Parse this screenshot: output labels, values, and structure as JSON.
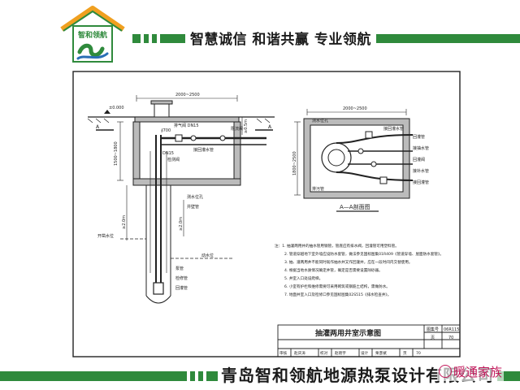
{
  "header": {
    "logo_text": "智和领航",
    "slogan": "智慧诚信 和谐共赢 专业领航"
  },
  "drawing": {
    "title": "抽灌两用井室示意图",
    "atlas_label": "图集号",
    "atlas_no": "06R115",
    "page_label": "页",
    "page_no": "70",
    "section_label": "A—A剖面图",
    "elevation": "±0.000",
    "dim_width": "2000~2500",
    "dim_width_right": "2000~2500",
    "dim_height": "1500~1800",
    "dim_depth": "1800~2500",
    "dim_05": "≥0.5m",
    "dim_20": "≥2.0m",
    "dim_20b": "≥2.0m",
    "pipe_dn": "DN15",
    "label_A": "A",
    "labels": {
      "l1": "∮700",
      "l2": "排气阀 DN15",
      "l3": "限流阀",
      "l4": "接回灌水管",
      "l5": "DN15",
      "l6": "检测阀",
      "l7": "测水位孔",
      "l8": "井壁管",
      "l9": "开凿水位",
      "l10": "动水位",
      "l11": "泵管",
      "l12": "检修管",
      "l13": "回灌管",
      "r1": "测水位孔",
      "r2": "接回灌水管",
      "r3": "回灌管",
      "r4": "接抽水管",
      "r5": "回灌阀",
      "r6": "接补水管",
      "r7": "接回灌管",
      "r8": "排污管"
    },
    "notes": [
      "注：1. 抽灌两用井的抽水管用钢管，管底应有排水阀，回灌管可用塑料管。",
      "2. 管道穿越地下室外墙应设防水套管，做法参见国标图集01R409《管道穿墙、屋面防水套管》。",
      "3. 抽、灌两用井不能同时既作抽水井又作回灌井，应在一段时间内交替使用。",
      "4. 根据当地水质情况确定井管，确定是否需要设置除砂器。",
      "5. 井室入口处设爬梯。",
      "6. 小室有护栏和维修需要可采用砌筑或钢筋土结构，需做防水。",
      "7. 地面井室入口及检修口参见国标图集02S515《排水检查井》。"
    ],
    "signature_row": [
      "审核",
      "赵庆涛",
      "校对",
      "赵晓宇",
      "设计",
      "栗彦斌",
      "页",
      "70"
    ]
  },
  "footer": {
    "company": "青岛智和领航地源热泵设计有限公司",
    "watermark": "暖通家族"
  },
  "colors": {
    "brand_green": "#2f8a3c",
    "brand_orange": "#f0a020",
    "logo_blue": "#2a6fb5",
    "watermark": "#c2185b"
  }
}
